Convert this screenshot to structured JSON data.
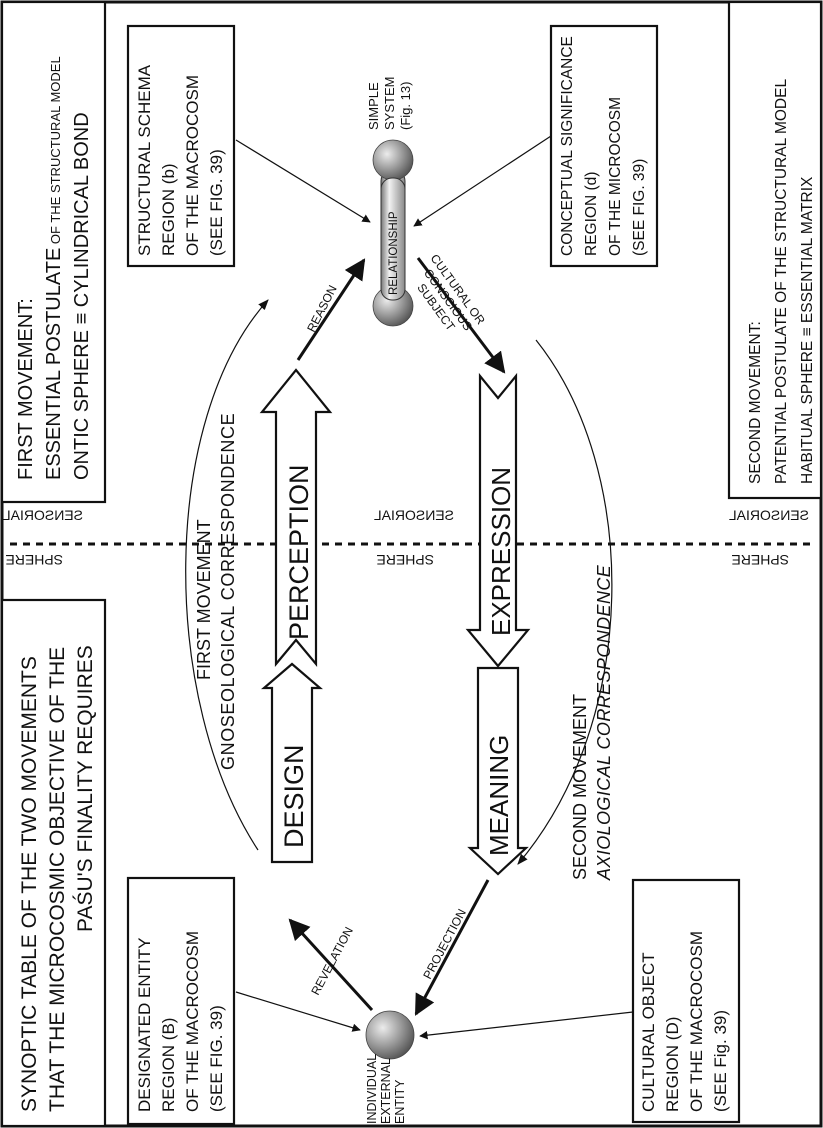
{
  "boxes": {
    "title": {
      "lines": [
        "SYNOPTIC TABLE OF THE TWO MOVEMENTS",
        "THAT THE MICROCOSMIC OBJECTIVE OF THE",
        "PAŚU'S FINALITY REQUIRES"
      ]
    },
    "first_movement": {
      "line1": "FIRST MOVEMENT:",
      "line2_main": "ESSENTIAL POSTULATE",
      "line2_small": " OF THE STRUCTURAL MODEL",
      "line3": "ONTIC SPHERE ≡ CYLINDRICAL BOND"
    },
    "second_movement": {
      "lines": [
        "SECOND MOVEMENT:",
        "PATENTIAL POSTULATE OF THE STRUCTURAL MODEL",
        "HABITUAL SPHERE ≡ ESSENTIAL MATRIX"
      ]
    },
    "designated_entity": {
      "lines": [
        "DESIGNATED ENTITY",
        "REGION (B)",
        "OF THE MACROCOSM",
        "(SEE FIG. 39)"
      ]
    },
    "structural_schema": {
      "lines": [
        "STRUCTURAL SCHEMA",
        "REGION (b)",
        "OF THE MACROCOSM",
        "(SEE FIG. 39)"
      ]
    },
    "cultural_object": {
      "lines": [
        "CULTURAL OBJECT",
        "REGION (D)",
        "OF THE MACROCOSM",
        "(SEE Fig. 39)"
      ]
    },
    "conceptual_significance": {
      "lines": [
        "CONCEPTUAL SIGNIFICANCE",
        "REGION (d)",
        "OF THE MICROCOSM",
        "(SEE FIG. 39)"
      ]
    }
  },
  "nodes": {
    "individual_entity": [
      "INDIVIDUAL",
      "EXTERNAL",
      "ENTITY"
    ],
    "simple_system": [
      "SIMPLE",
      "SYSTEM",
      "(Fig. 13)"
    ],
    "relationship": "RELATIONSHIP"
  },
  "arrows": {
    "design": "DESIGN",
    "perception": "PERCEPTION",
    "meaning": "MEANING",
    "expression": "EXPRESSION"
  },
  "labels": {
    "revelation": "REVELATION",
    "reason": "REASON",
    "projection": "PROJECTION",
    "cultural_subject": [
      "CULTURAL OR",
      "CONSCIOUS",
      "SUBJECT"
    ],
    "first_movement_arc": [
      "FIRST MOVEMENT",
      "GNOSEOLOGICAL CORRESPONDENCE"
    ],
    "second_movement_arc": [
      "SECOND MOVEMENT",
      "AXIOLOGICAL CORRESPONDENCE"
    ],
    "sphere": "SPHERE",
    "sensorial": "SENSORIAL"
  }
}
